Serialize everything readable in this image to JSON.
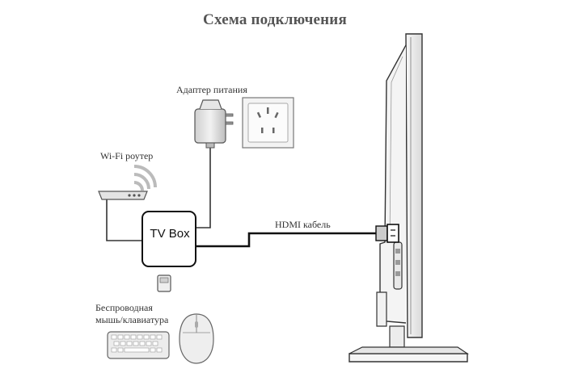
{
  "diagram": {
    "title": "Схема подключения",
    "labels": {
      "power_adapter": "Адаптер питания",
      "wifi_router": "Wi-Fi роутер",
      "tv_box": "TV Box",
      "hdmi_cable": "HDMI кабель",
      "wireless_input_line1": "Беспроводная",
      "wireless_input_line2": "мышь/клавиатура"
    },
    "nodes": [
      {
        "id": "power_adapter",
        "label": "Адаптер питания",
        "icon": "power-adapter-icon"
      },
      {
        "id": "wall_socket",
        "icon": "wall-socket-icon"
      },
      {
        "id": "wifi_router",
        "label": "Wi-Fi роутер",
        "icon": "router-icon"
      },
      {
        "id": "tv_box",
        "label": "TV Box",
        "icon": "tv-box-icon"
      },
      {
        "id": "usb_receiver",
        "icon": "usb-dongle-icon"
      },
      {
        "id": "keyboard",
        "icon": "keyboard-icon"
      },
      {
        "id": "mouse",
        "icon": "mouse-icon"
      },
      {
        "id": "tv",
        "icon": "tv-side-view-icon"
      }
    ],
    "edges": [
      {
        "from": "power_adapter",
        "to": "tv_box"
      },
      {
        "from": "wifi_router",
        "to": "tv_box"
      },
      {
        "from": "tv_box",
        "to": "tv",
        "label": "HDMI кабель"
      }
    ],
    "colors": {
      "line": "#222222",
      "device_fill": "#eeeeee",
      "title": "#555555"
    }
  }
}
